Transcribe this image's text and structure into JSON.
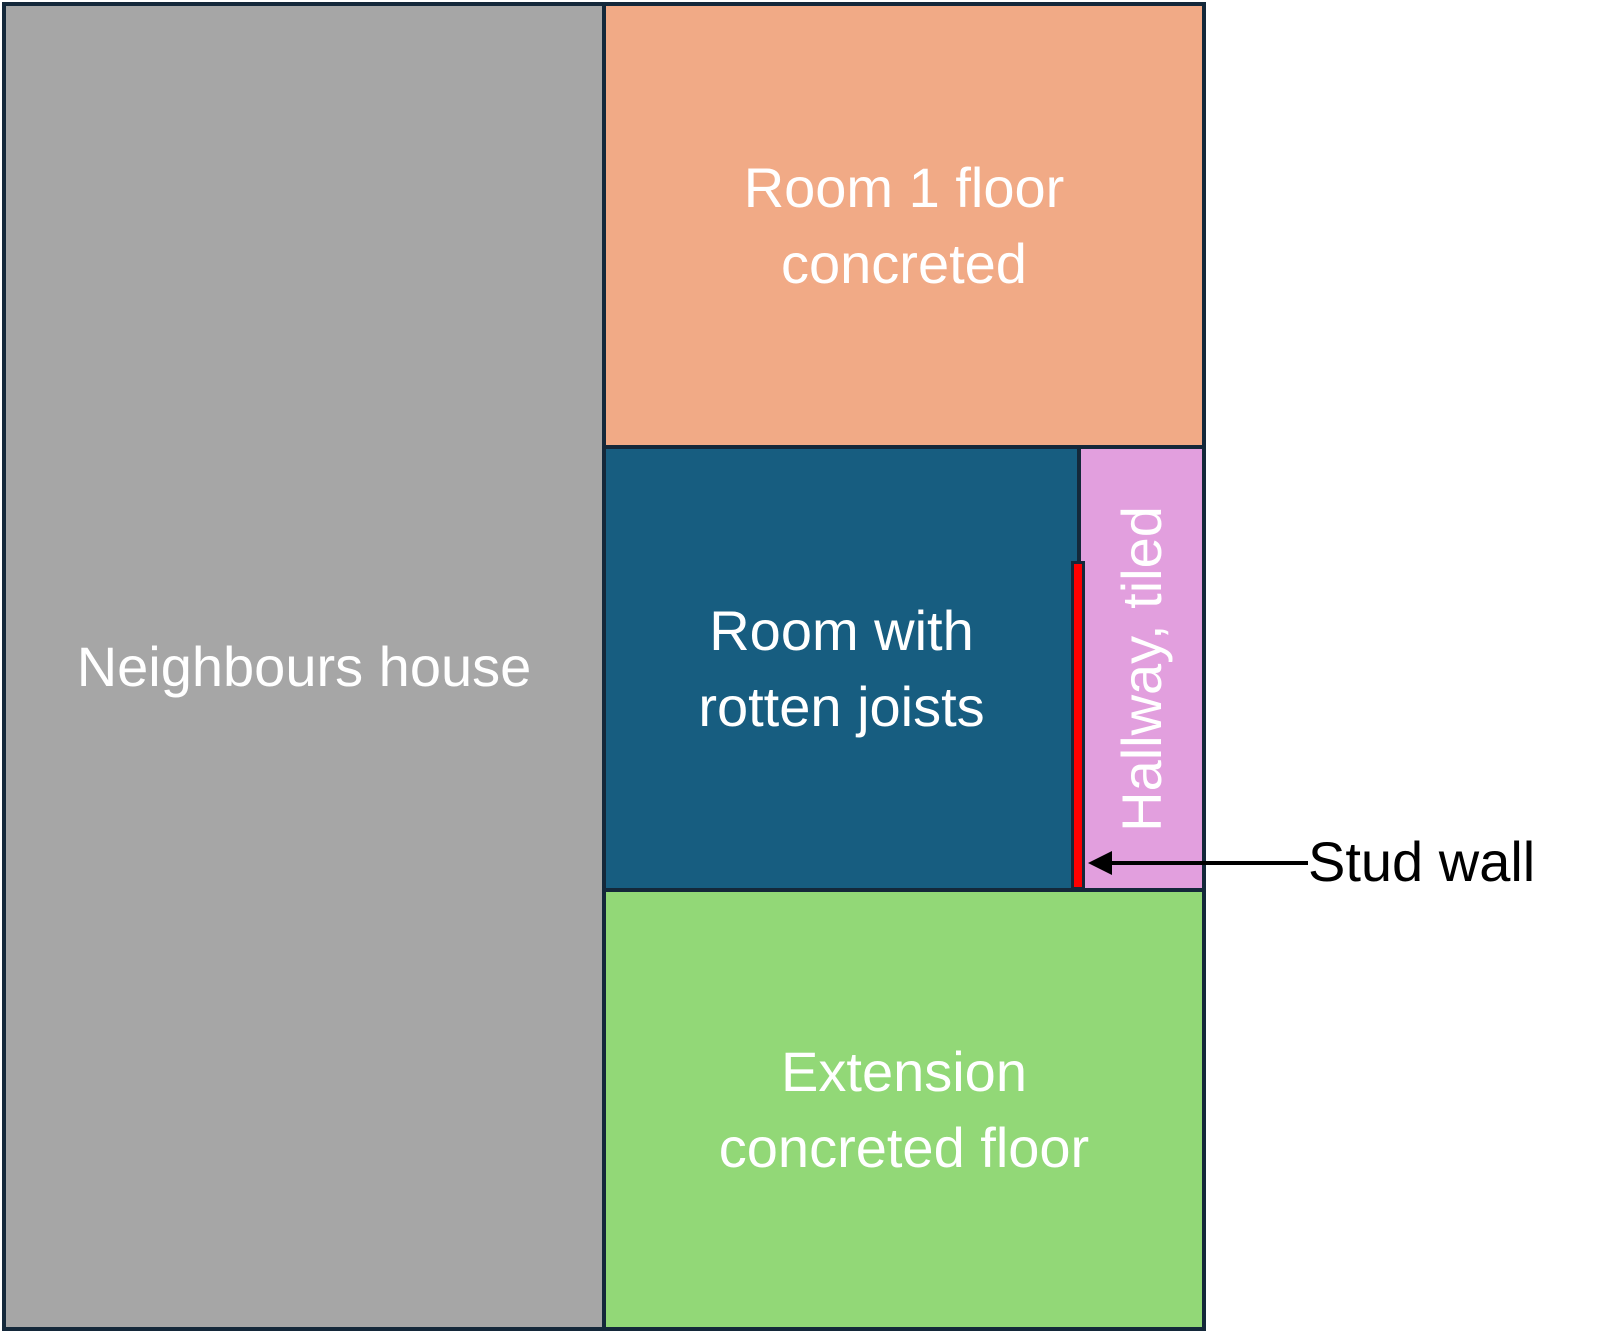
{
  "rooms": {
    "neighbours": {
      "lines": [
        "Neighbours house"
      ],
      "color": "#a6a6a6"
    },
    "room1": {
      "lines": [
        "Room 1 floor",
        "concreted"
      ],
      "color": "#f1aa86"
    },
    "rotten": {
      "lines": [
        "Room with",
        "rotten joists"
      ],
      "color": "#175d80"
    },
    "hallway": {
      "lines": [
        "Hallway, tiled"
      ],
      "color": "#e29fde"
    },
    "extension": {
      "lines": [
        "Extension",
        "concreted floor"
      ],
      "color": "#92d877"
    }
  },
  "stud_wall": {
    "label": "Stud wall",
    "color": "#ff0000"
  },
  "colors": {
    "outline": "#14283a",
    "label_text": "#ffffff"
  }
}
